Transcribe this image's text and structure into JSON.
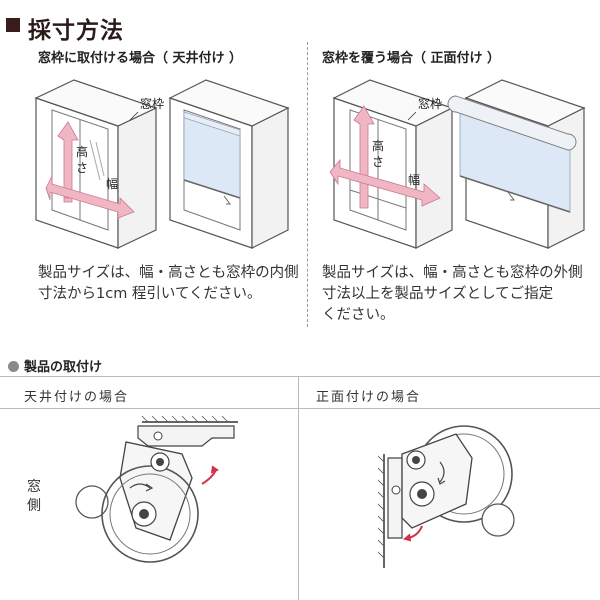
{
  "title": "採寸方法",
  "section1": {
    "inside": {
      "subtitle": "窓枠に取付ける場合（ 天井付け ）",
      "frame_label": "窓枠",
      "height_label": "高さ",
      "width_label": "幅",
      "description_line1": "製品サイズは、幅・高さとも窓枠の内側",
      "description_line2": "寸法から1cm 程引いてください。"
    },
    "outside": {
      "subtitle": "窓枠を覆う場合（ 正面付け ）",
      "frame_label": "窓枠",
      "height_label": "高さ",
      "width_label": "幅",
      "description_line1": "製品サイズは、幅・高さとも窓枠の外側",
      "description_line2": "寸法以上を製品サイズとしてご指定",
      "description_line3": "ください。"
    }
  },
  "section2": {
    "heading": "製品の取付け",
    "ceiling_label": "天井付けの場合",
    "front_label": "正面付けの場合",
    "window_side_label": "窓側"
  },
  "colors": {
    "title_square": "#3b1c1c",
    "arrow_pink": "#f0b6c4",
    "blind_blue": "#dce8f6",
    "turn_arrow_red": "#d6304a"
  }
}
